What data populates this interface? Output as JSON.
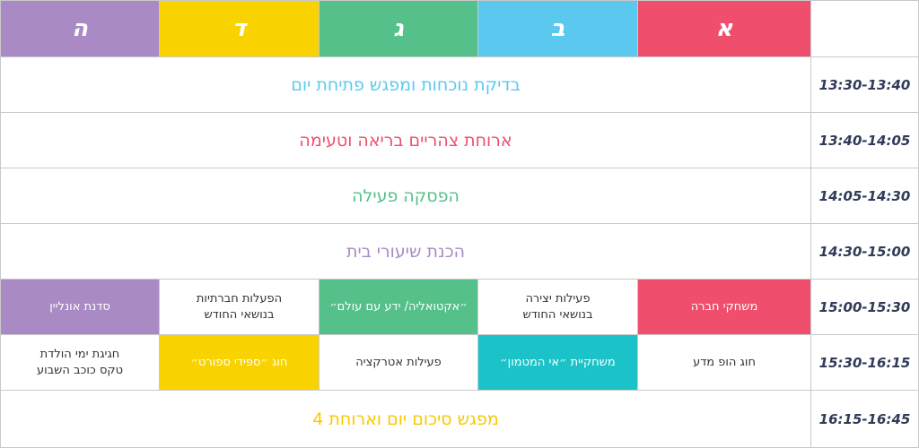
{
  "colors": {
    "purple": "#a98ac5",
    "yellow": "#f9d300",
    "green": "#55c08a",
    "lightblue": "#5bc9ef",
    "red": "#ef4f6c",
    "teal": "#1bc3c9",
    "time_text": "#2f3b57"
  },
  "header": {
    "columns": [
      "ה",
      "ד",
      "ג",
      "ב",
      "א"
    ]
  },
  "rows": [
    {
      "time": "13:30-13:40",
      "text": "בדיקת נוכחות ומפגש פתיחת יום",
      "color": "#5bc9ef"
    },
    {
      "time": "13:40-14:05",
      "text": "ארוחת צהריים בריאה וטעימה",
      "color": "#ef4f6c"
    },
    {
      "time": "14:05-14:30",
      "text": "הפסקה פעילה",
      "color": "#55c08a"
    },
    {
      "time": "14:30-15:00",
      "text": "הכנת שיעורי בית",
      "color": "#a98ac5"
    }
  ],
  "row_1500": {
    "time": "15:00-15:30",
    "cells": [
      {
        "line1": "סדנת אונליין",
        "line2": ""
      },
      {
        "line1": "הפעלות חברתיות",
        "line2": "בנושאי החודש"
      },
      {
        "line1": "״אקטואליה/ ידע עם עולם״",
        "line2": ""
      },
      {
        "line1": "פעילות יצירה",
        "line2": "בנושאי החודש"
      },
      {
        "line1": "משחקי חברה",
        "line2": ""
      }
    ]
  },
  "row_1530": {
    "time": "15:30-16:15",
    "cells": [
      {
        "line1": "חגיגת ימי הולדת",
        "line2": "טקס כוכב השבוע"
      },
      {
        "line1": "חוג ״ספידי ספורט״",
        "line2": ""
      },
      {
        "line1": "פעילות אטרקציה",
        "line2": ""
      },
      {
        "line1": "משחקיית ״אי המטמון״",
        "line2": ""
      },
      {
        "line1": "חוג הופ מדע",
        "line2": ""
      }
    ]
  },
  "last_row": {
    "time": "16:15-16:45",
    "text": "מפגש סיכום יום וארוחת 4",
    "color": "#f9d300"
  }
}
